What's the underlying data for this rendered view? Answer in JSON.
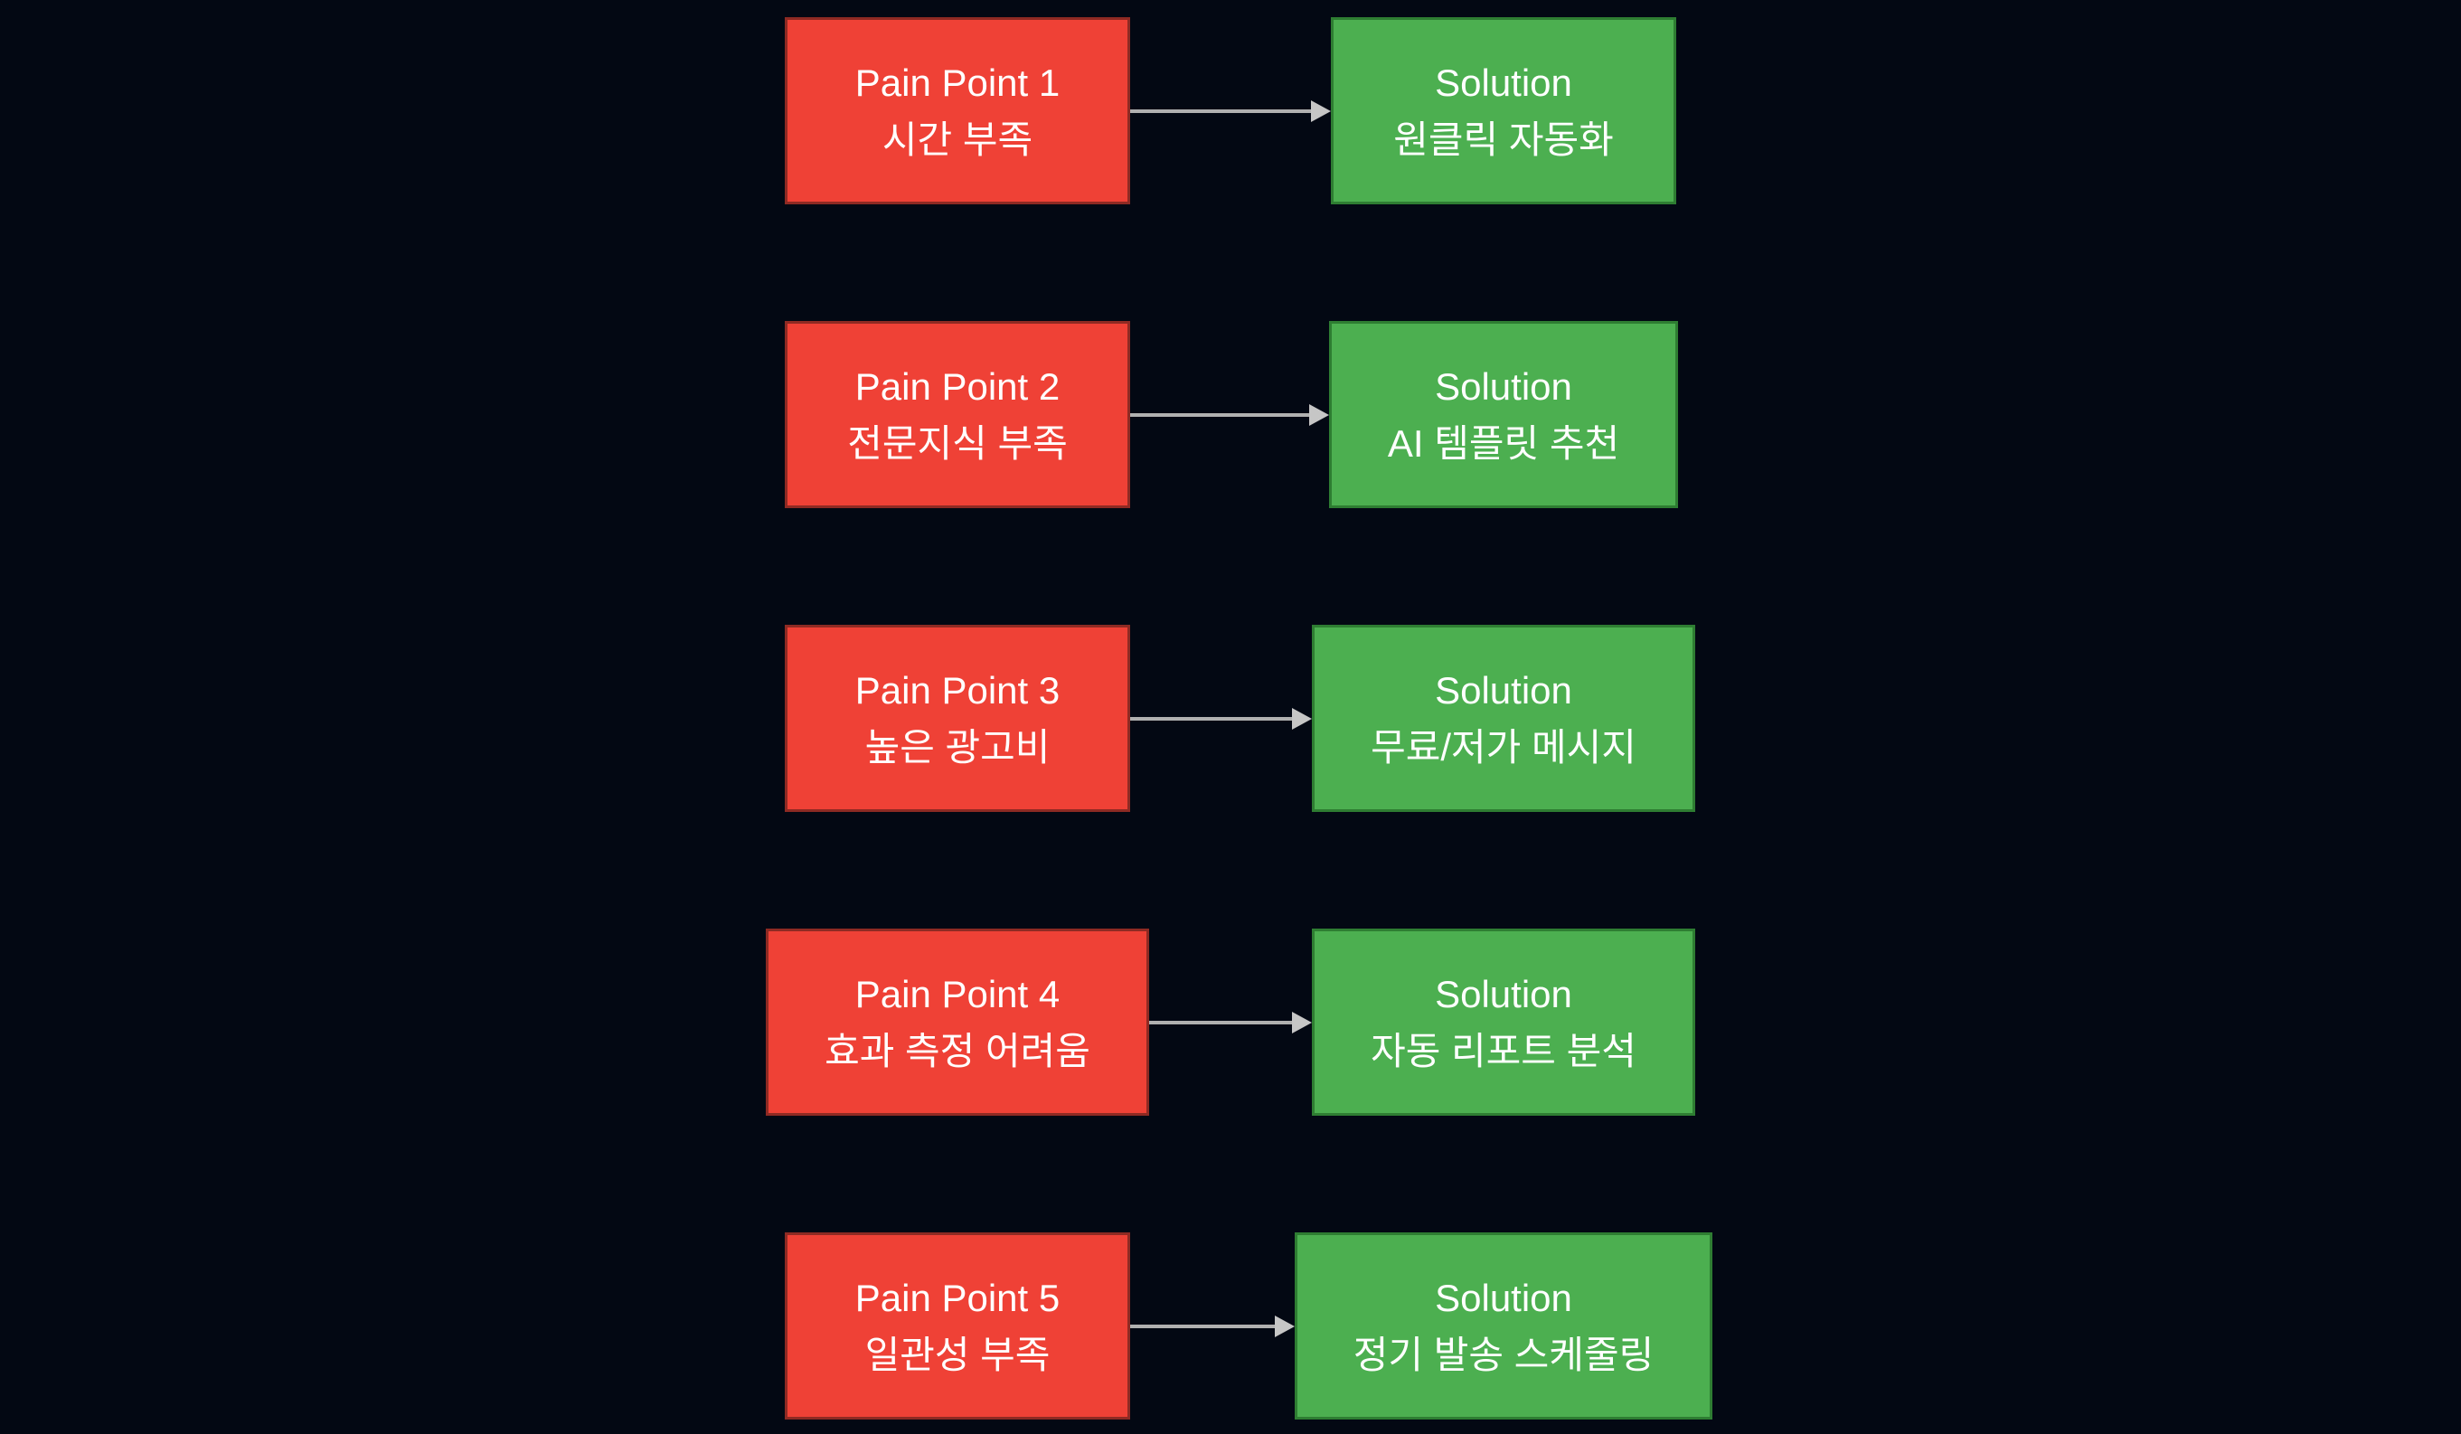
{
  "diagram": {
    "type": "pain-point-solution-flowchart",
    "colors": {
      "background": "#030813",
      "pain_fill": "#EF4136",
      "pain_border": "#8E2A23",
      "solution_fill": "#4CAF50",
      "solution_border": "#2E7D32",
      "arrow_line": "#B0B0B0",
      "arrow_head": "#C6C6C6",
      "text": "#FFFFFF"
    },
    "rows": [
      {
        "pain_title": "Pain Point 1",
        "pain_label": "시간 부족",
        "solution_title": "Solution",
        "solution_label": "원클릭 자동화"
      },
      {
        "pain_title": "Pain Point 2",
        "pain_label": "전문지식 부족",
        "solution_title": "Solution",
        "solution_label": "AI 템플릿 추천"
      },
      {
        "pain_title": "Pain Point 3",
        "pain_label": "높은 광고비",
        "solution_title": "Solution",
        "solution_label": "무료/저가 메시지"
      },
      {
        "pain_title": "Pain Point 4",
        "pain_label": "효과 측정 어려움",
        "solution_title": "Solution",
        "solution_label": "자동 리포트 분석"
      },
      {
        "pain_title": "Pain Point 5",
        "pain_label": "일관성 부족",
        "solution_title": "Solution",
        "solution_label": "정기 발송 스케줄링"
      }
    ]
  }
}
